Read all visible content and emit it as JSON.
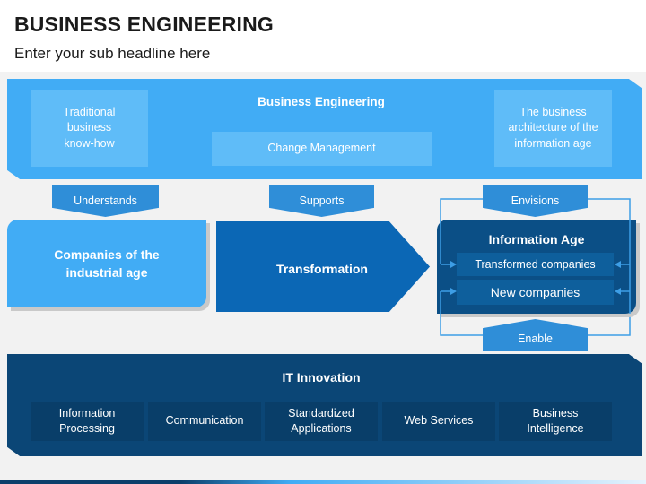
{
  "header": {
    "title": "BUSINESS ENGINEERING",
    "subtitle": "Enter your sub headline here"
  },
  "top_band": {
    "heading": "Business Engineering",
    "left_box": "Traditional\nbusiness\nknow-how",
    "center_box": "Change Management",
    "right_box": "The business\narchitecture of the\ninformation age"
  },
  "connectors": {
    "understands": "Understands",
    "supports": "Supports",
    "envisions": "Envisions",
    "enable": "Enable"
  },
  "middle": {
    "companies": "Companies of the\nindustrial age",
    "transformation": "Transformation",
    "information_age": {
      "heading": "Information Age",
      "item1": "Transformed companies",
      "item2": "New companies"
    }
  },
  "it_innovation": {
    "heading": "IT Innovation",
    "items": [
      "Information\nProcessing",
      "Communication",
      "Standardized\nApplications",
      "Web Services",
      "Business\nIntelligence"
    ]
  },
  "colors": {
    "light_blue": "#41acf5",
    "mid_blue": "#2f8ed8",
    "dark_blue": "#0b4676"
  }
}
